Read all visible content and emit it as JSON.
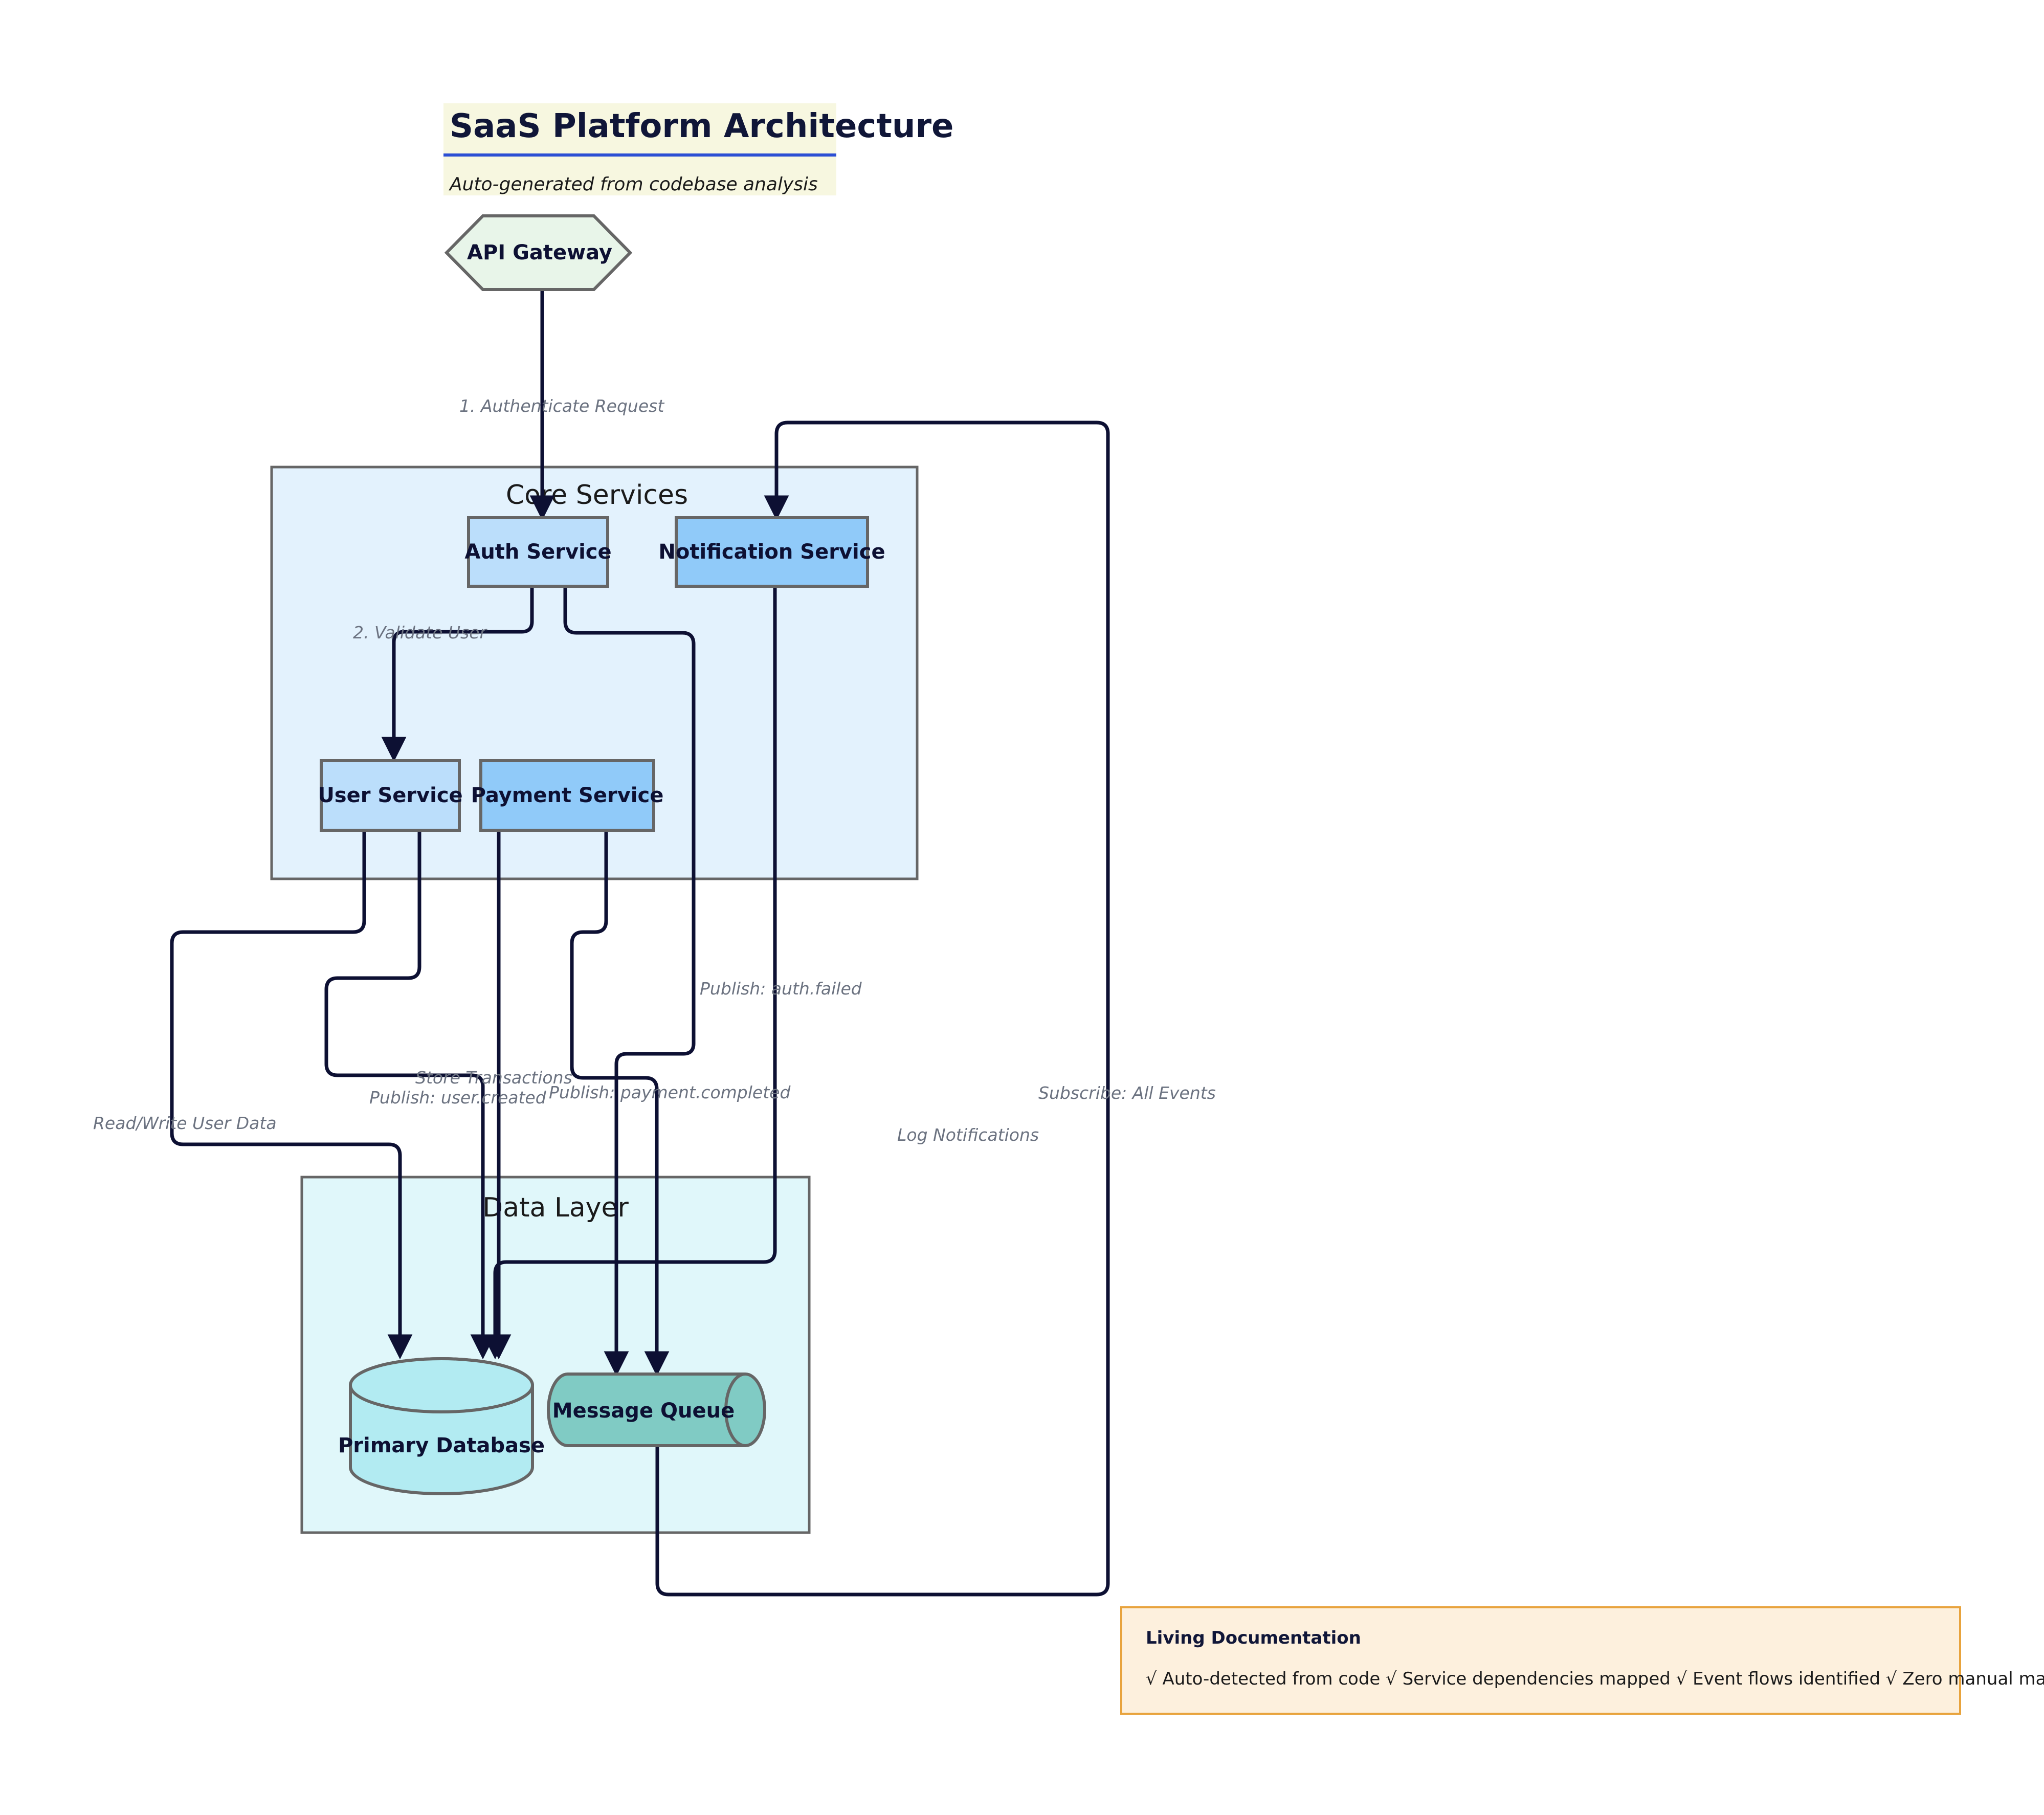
{
  "header": {
    "title": "SaaS Platform Architecture",
    "subtitle": "Auto-generated from codebase analysis",
    "band_color": "#F7F7E0",
    "rule_color": "#2c4fd4",
    "title_color": "#101638"
  },
  "diagram": {
    "type": "flowchart",
    "edge_color": "#0d1033",
    "node_border_color": "#666666",
    "entry_node": {
      "id": "api-gateway",
      "label": "API Gateway",
      "shape": "hexagon",
      "fill": "#E8F5E9"
    },
    "clusters": [
      {
        "id": "core-services",
        "title": "Core Services",
        "fill": "#E3F2FD",
        "nodes": [
          {
            "id": "auth-service",
            "label": "Auth Service",
            "shape": "rect",
            "fill": "#BBDEFB"
          },
          {
            "id": "notification-service",
            "label": "Notification Service",
            "shape": "rect",
            "fill": "#90CAF9"
          },
          {
            "id": "user-service",
            "label": "User Service",
            "shape": "rect",
            "fill": "#BBDEFB"
          },
          {
            "id": "payment-service",
            "label": "Payment Service",
            "shape": "rect",
            "fill": "#90CAF9"
          }
        ]
      },
      {
        "id": "data-layer",
        "title": "Data Layer",
        "fill": "#E0F7FA",
        "nodes": [
          {
            "id": "primary-database",
            "label": "Primary Database",
            "shape": "cylinder",
            "fill": "#B2EBF2"
          },
          {
            "id": "message-queue",
            "label": "Message Queue",
            "shape": "horizontal-cylinder",
            "fill": "#80CBC4"
          }
        ]
      }
    ],
    "edges": [
      {
        "from": "api-gateway",
        "to": "auth-service",
        "label": "1. Authenticate Request"
      },
      {
        "from": "auth-service",
        "to": "user-service",
        "label": "2. Validate User"
      },
      {
        "from": "user-service",
        "to": "primary-database",
        "label": "Read/Write User Data"
      },
      {
        "from": "payment-service",
        "to": "primary-database",
        "label": "Store Transactions"
      },
      {
        "from": "user-service",
        "to": "message-queue",
        "label": "Publish: user.created"
      },
      {
        "from": "payment-service",
        "to": "message-queue",
        "label": "Publish: payment.completed"
      },
      {
        "from": "auth-service",
        "to": "message-queue",
        "label": "Publish: auth.failed"
      },
      {
        "from": "notification-service",
        "to": "primary-database",
        "label": "Log Notifications"
      },
      {
        "from": "message-queue",
        "to": "notification-service",
        "label": "Subscribe: All Events"
      }
    ]
  },
  "note": {
    "title": "Living Documentation",
    "body": "√ Auto-detected from code √ Service dependencies mapped √ Event flows identified √ Zero manual maintenance",
    "fill": "#FDF0DD",
    "border": "#E8A33D"
  }
}
